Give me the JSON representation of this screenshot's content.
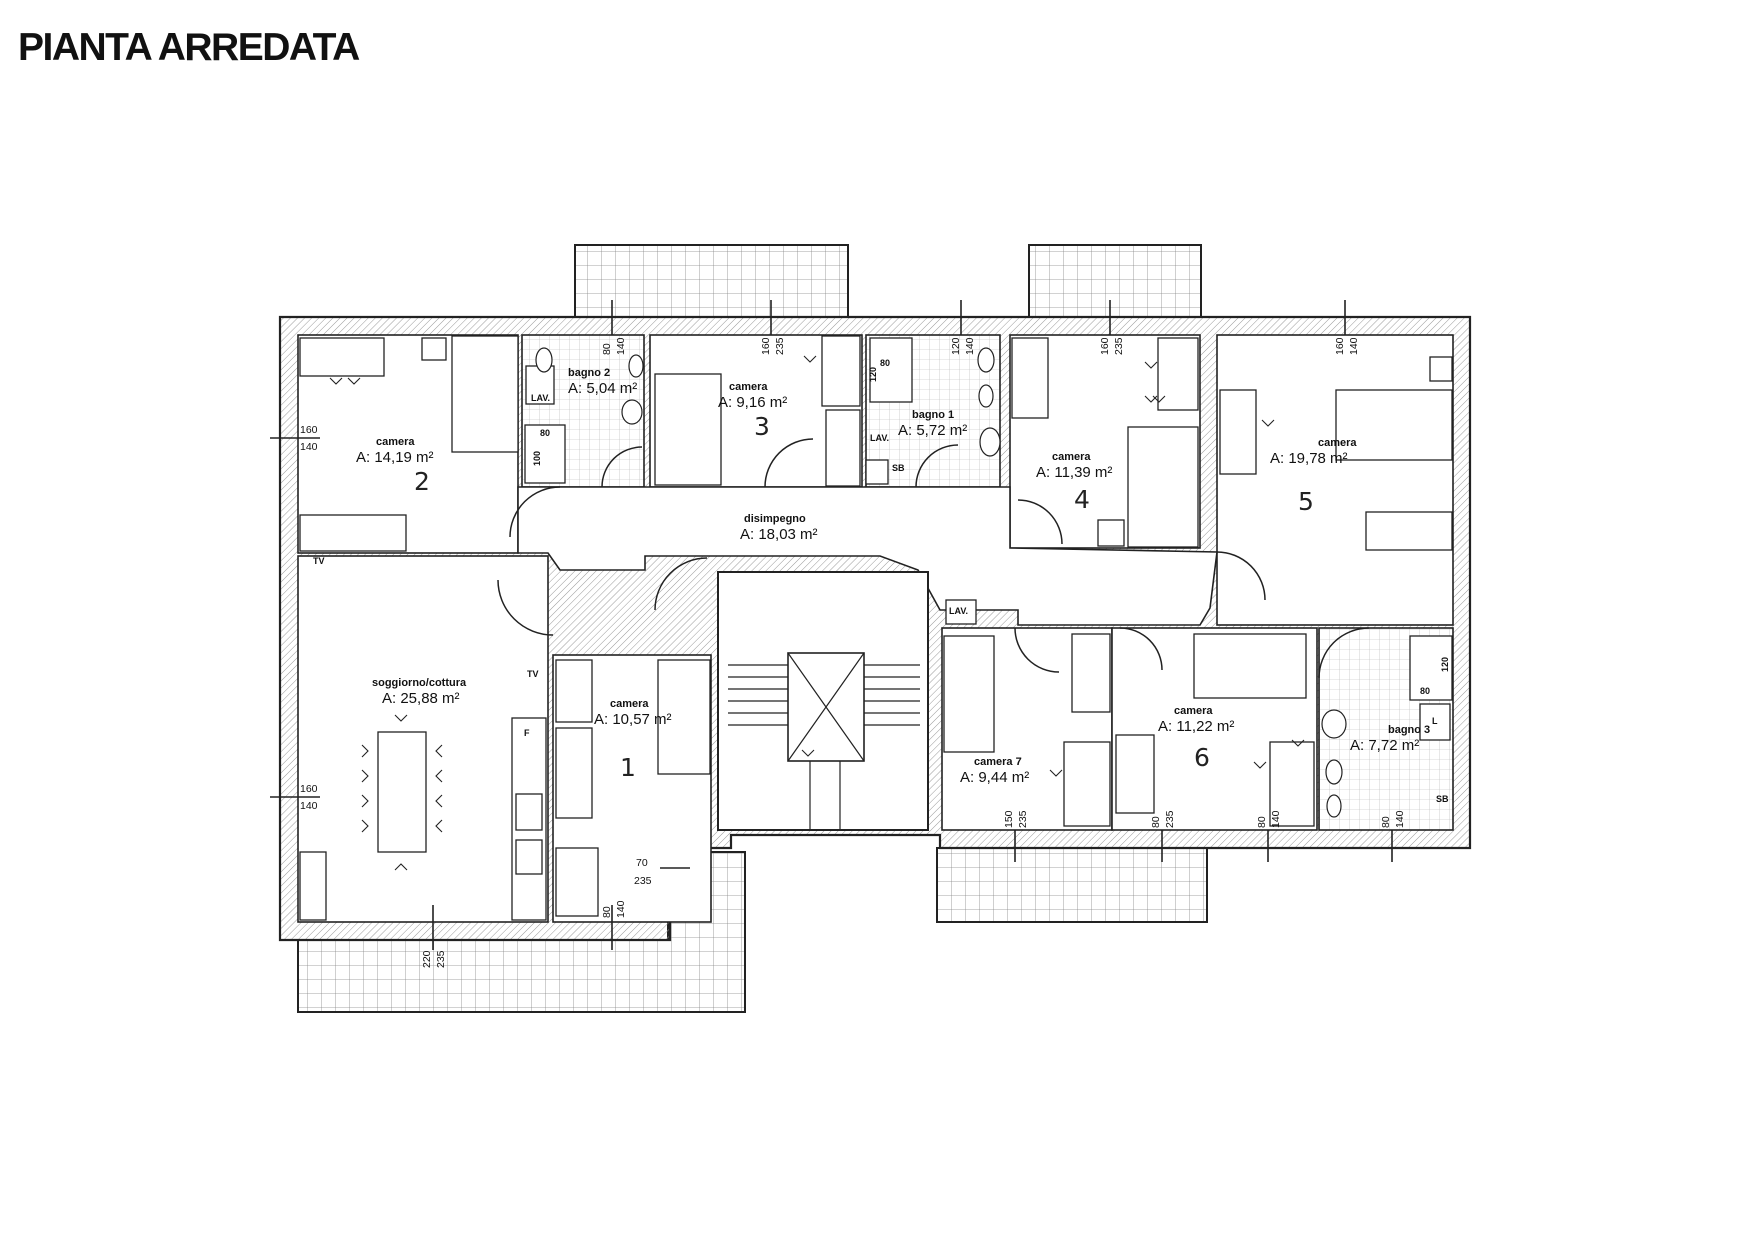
{
  "title": "PIANTA ARREDATA",
  "rooms": {
    "camera2": {
      "name": "camera",
      "area": "A: 14,19 m²",
      "number": "2"
    },
    "bagno2": {
      "name": "bagno 2",
      "area": "A: 5,04 m²"
    },
    "camera3": {
      "name": "camera",
      "area": "A: 9,16 m²",
      "number": "3"
    },
    "bagno1": {
      "name": "bagno 1",
      "area": "A: 5,72 m²"
    },
    "camera4": {
      "name": "camera",
      "area": "A: 11,39 m²",
      "number": "4"
    },
    "camera5": {
      "name": "camera",
      "area": "A: 19,78 m²",
      "number": "5"
    },
    "disimpegno": {
      "name": "disimpegno",
      "area": "A: 18,03 m²"
    },
    "soggiorno": {
      "name": "soggiorno/cottura",
      "area": "A: 25,88 m²"
    },
    "camera1": {
      "name": "camera",
      "area": "A: 10,57 m²",
      "number": "1"
    },
    "camera7": {
      "name": "camera 7",
      "area": "A: 9,44 m²"
    },
    "camera6": {
      "name": "camera",
      "area": "A: 11,22 m²",
      "number": "6"
    },
    "bagno3": {
      "name": "bagno 3",
      "area": "A: 7,72 m²"
    }
  },
  "fixtures": {
    "lav": "LAV.",
    "sb": "SB",
    "tv": "TV",
    "f": "F",
    "l": "L",
    "shower": "80",
    "shower_side": "100",
    "shower_side_b1": "120",
    "shower_side_b3": "120"
  },
  "openings": {
    "w_cam2": [
      "160",
      "140"
    ],
    "w_sogg": [
      "160",
      "140"
    ],
    "w_bagno2": [
      "80",
      "140"
    ],
    "w_cam3": [
      "160",
      "235"
    ],
    "w_bagno1": [
      "120",
      "140"
    ],
    "w_cam4": [
      "160",
      "235"
    ],
    "w_cam5": [
      "160",
      "140"
    ],
    "w_cam1_side": [
      "70",
      "235"
    ],
    "w_cam1_bottom": [
      "80",
      "140"
    ],
    "w_sogg_bottom": [
      "220",
      "235"
    ],
    "w_cam7": [
      "150",
      "235"
    ],
    "w_cam6a": [
      "80",
      "235"
    ],
    "w_cam6b": [
      "80",
      "140"
    ],
    "w_bagno3": [
      "80",
      "140"
    ]
  }
}
